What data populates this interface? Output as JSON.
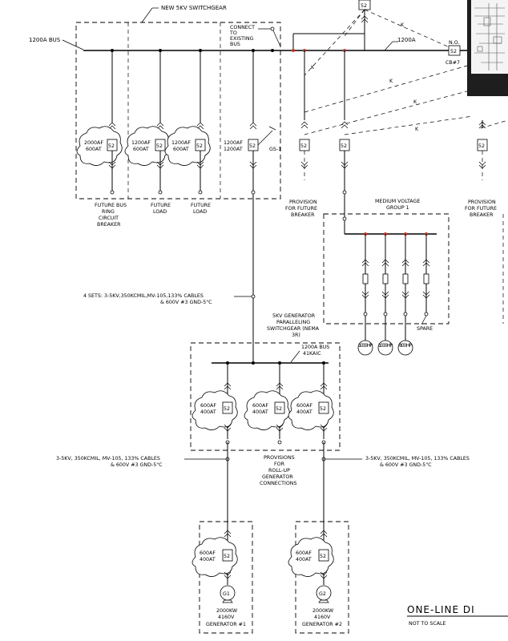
{
  "labels": {
    "new_switchgear": "NEW 5KV SWITCHGEAR",
    "bus_1200a_left": "1200A BUS",
    "connect_existing": [
      "CONNECT",
      "TO",
      "EXISTING",
      "BUS"
    ],
    "bus_1200a_top": "1200A",
    "no": "N.O.",
    "cb7": "CB#7",
    "k": "K",
    "gs1": "GS-1",
    "cb_code": "52",
    "future_bus": [
      "FUTURE BUS",
      "RING",
      "CIRCUIT",
      "BREAKER"
    ],
    "future_load": [
      "FUTURE",
      "LOAD"
    ],
    "provision_future": [
      "PROVISION",
      "FOR FUTURE",
      "BREAKER"
    ],
    "mv_group": [
      "MEDIUM VOLTAGE",
      "GROUP 1"
    ],
    "spare": "SPARE",
    "cables_4sets": [
      "4 SETS: 3-5KV,350KCMIL,MV-105,133% CABLES",
      "& 600V #3 GND-5\"C"
    ],
    "gen_swgr": [
      "5KV GENERATOR",
      "PARALLELING",
      "SWITCHGEAR (NEMA",
      "3R)"
    ],
    "bus_1200a_41": [
      "1200A BUS",
      "41KAIC"
    ],
    "cables_left": [
      "3-5KV, 350KCMIL, MV-105, 133% CABLES",
      "&   600V #3 GND-5\"C"
    ],
    "cables_right": [
      "3-5KV, 350KCMIL, MV-105, 133% CABLES",
      "&   600V #3 GND-5\"C"
    ],
    "provisions_rollup": [
      "PROVISIONS",
      "FOR",
      "ROLL-UP",
      "GENERATOR",
      "CONNECTIONS"
    ],
    "gen1": [
      "2000KW",
      "4160V",
      "GENERATOR #1"
    ],
    "gen2": [
      "2000KW",
      "4160V",
      "GENERATOR #2"
    ],
    "g1": "G1",
    "g2": "G2",
    "title": "ONE-LINE DI",
    "scale": "NOT TO SCALE"
  },
  "breakers": {
    "b2000": [
      "2000AF",
      "600AT"
    ],
    "b1200a": [
      "1200AF",
      "600AT"
    ],
    "b1200b": [
      "1200AF",
      "600AT"
    ],
    "b1200main": [
      "1200AF",
      "1200AT"
    ],
    "g600a": [
      "600AF",
      "400AT"
    ],
    "g600b": [
      "600AF",
      "400AT"
    ],
    "g600c": [
      "600AF",
      "400AT"
    ],
    "gen1cb": [
      "600AF",
      "400AT"
    ],
    "gen2cb": [
      "600AF",
      "400AT"
    ]
  },
  "motors": [
    "1000 HP",
    "1000 HP",
    "800 HP"
  ]
}
